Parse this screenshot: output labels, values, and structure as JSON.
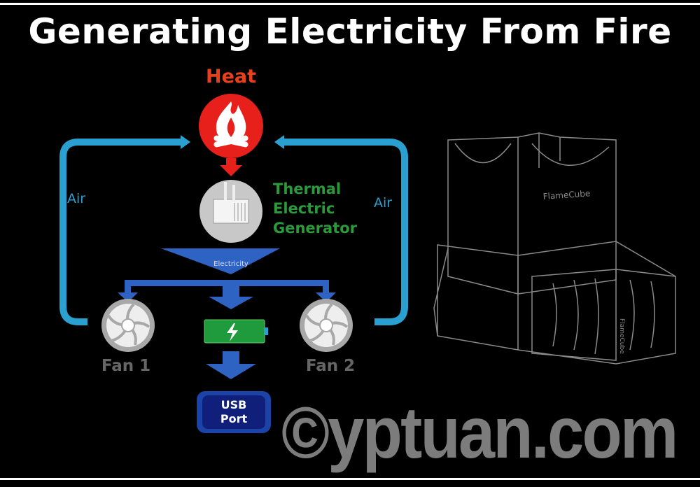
{
  "title": "Generating Electricity From Fire",
  "diagram": {
    "heat_label": "Heat",
    "generator_label": [
      "Thermal",
      "Electric",
      "Generator"
    ],
    "air_left": "Air",
    "air_right": "Air",
    "electricity_label": "Electricity",
    "fan1_label": "Fan 1",
    "fan2_label": "Fan 2",
    "usb_label": [
      "USB",
      "Port"
    ]
  },
  "product": {
    "brand_label": "FlameCube"
  },
  "watermark": "©yptuan.com",
  "colors": {
    "heat": "#e8401c",
    "air": "#2aa0d0",
    "electricity": "#2e63c4",
    "battery": "#1f9a3c",
    "generator_text": "#2a9a3a"
  }
}
